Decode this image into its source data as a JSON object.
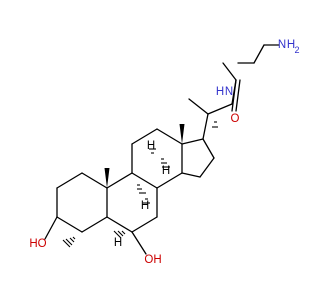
{
  "molecule": {
    "atom_labels": {
      "amine_N": "N",
      "amine_H": "H",
      "amine_sub": "2",
      "amide_N": "N",
      "amide_H": "H",
      "amide_O": "O",
      "hydroxyl_3": "HO",
      "hydroxyl_7": "OH",
      "h_8": "H",
      "h_9": "H",
      "h_14": "H",
      "h_5": "H"
    },
    "colors": {
      "nitrogen": "#3333cc",
      "oxygen": "#cc0000",
      "carbon": "#000000"
    }
  }
}
